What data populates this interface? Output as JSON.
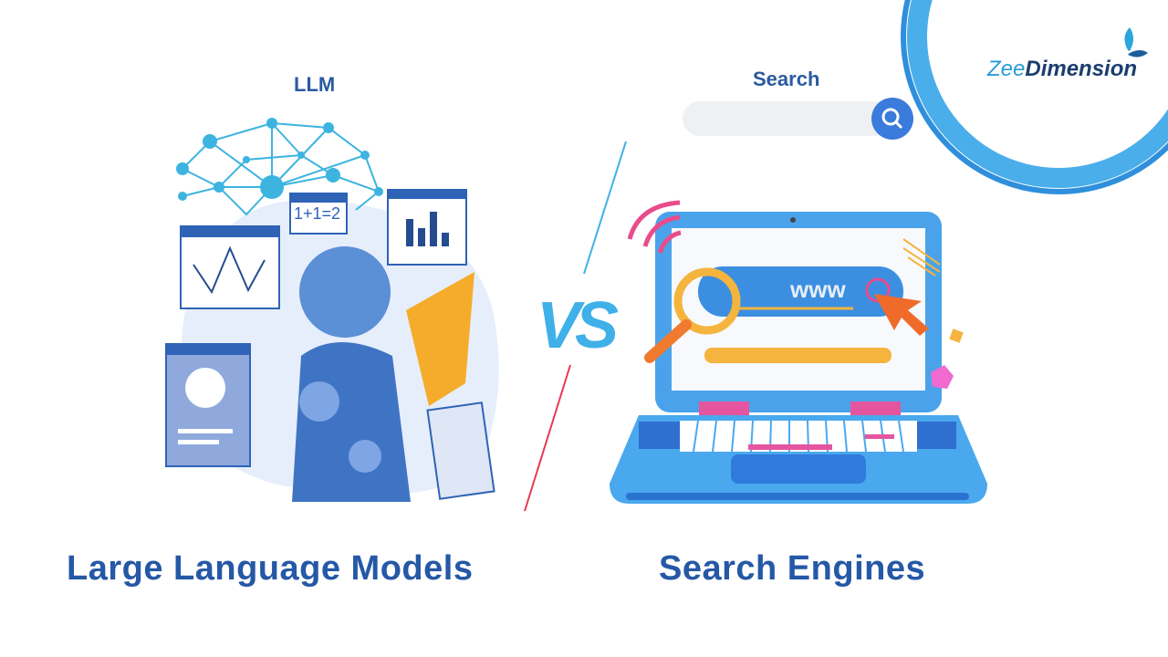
{
  "left": {
    "top_label": "LLM",
    "title": "Large Language Models",
    "math_panel": "1+1=2"
  },
  "right": {
    "top_label": "Search",
    "title": "Search Engines",
    "url_text": "www"
  },
  "divider": {
    "text": "VS"
  },
  "logo": {
    "part1": "Zee",
    "part2": "Dimension"
  },
  "colors": {
    "title": "#2558a6",
    "accent_blue": "#3f9be8",
    "orange": "#f5a623",
    "pink": "#e94c8b",
    "red": "#e8384f"
  }
}
